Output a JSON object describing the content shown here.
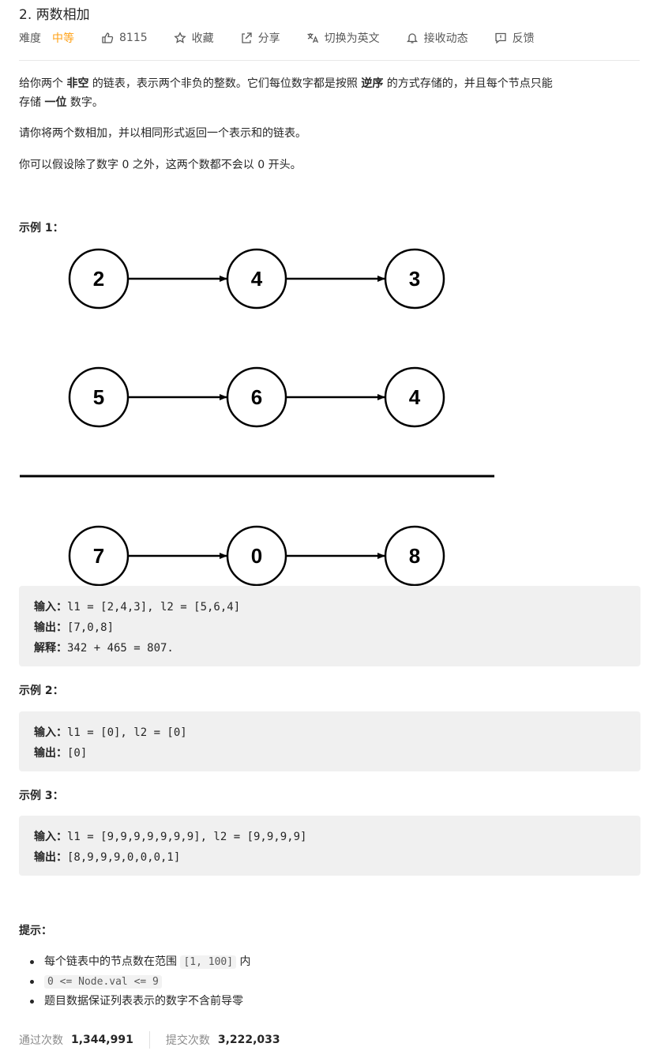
{
  "problem": {
    "title": "2. 两数相加",
    "difficulty_label": "难度",
    "difficulty": "中等",
    "likes": "8115",
    "favorite_label": "收藏",
    "share_label": "分享",
    "translate_label": "切换为英文",
    "subscribe_label": "接收动态",
    "feedback_label": "反馈"
  },
  "description": {
    "p1_a": "给你两个 ",
    "p1_b": "非空",
    "p1_c": " 的链表，表示两个非负的整数。它们每位数字都是按照 ",
    "p1_d": "逆序",
    "p1_e": " 的方式存储的，并且每个节点只能",
    "p1_f": "存储 ",
    "p1_g": "一位",
    "p1_h": " 数字。",
    "p2": "请你将两个数相加，并以相同形式返回一个表示和的链表。",
    "p3": "你可以假设除了数字 0 之外，这两个数都不会以 0 开头。"
  },
  "example1": {
    "title": "示例 1：",
    "diagram": {
      "row1": [
        "2",
        "4",
        "3"
      ],
      "row2": [
        "5",
        "6",
        "4"
      ],
      "row3": [
        "7",
        "0",
        "8"
      ]
    },
    "input_label": "输入：",
    "input": "l1 = [2,4,3], l2 = [5,6,4]",
    "output_label": "输出：",
    "output": "[7,0,8]",
    "explain_label": "解释：",
    "explain": "342 + 465 = 807."
  },
  "example2": {
    "title": "示例 2：",
    "input_label": "输入：",
    "input": "l1 = [0], l2 = [0]",
    "output_label": "输出：",
    "output": "[0]"
  },
  "example3": {
    "title": "示例 3：",
    "input_label": "输入：",
    "input": "l1 = [9,9,9,9,9,9,9], l2 = [9,9,9,9]",
    "output_label": "输出：",
    "output": "[8,9,9,9,0,0,0,1]"
  },
  "hints": {
    "title": "提示：",
    "h1_a": "每个链表中的节点数在范围 ",
    "h1_code": "[1, 100]",
    "h1_b": " 内",
    "h2_code": "0 <= Node.val <= 9",
    "h3": "题目数据保证列表表示的数字不含前导零"
  },
  "stats": {
    "accepted_label": "通过次数",
    "accepted": "1,344,991",
    "submitted_label": "提交次数",
    "submitted": "3,222,033"
  },
  "colors": {
    "accent": "#ffa116",
    "code_bg": "#f0f0f0",
    "text": "#262626",
    "muted": "#8c8c8c"
  }
}
